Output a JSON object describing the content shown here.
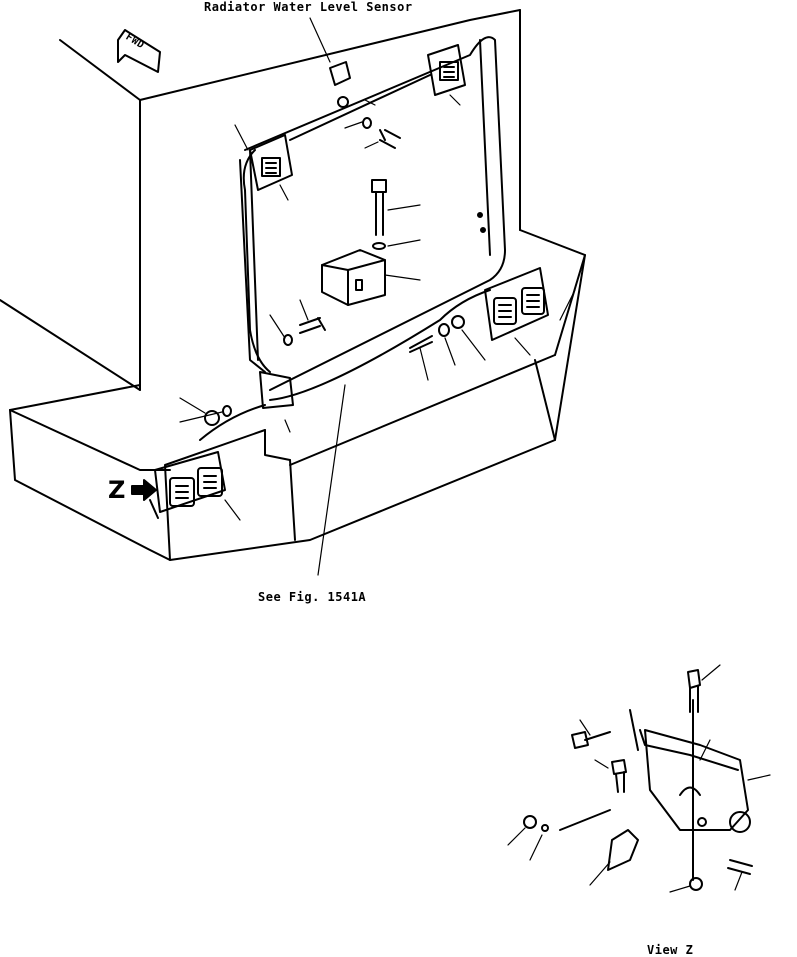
{
  "labels": {
    "sensor": "Radiator Water Level Sensor",
    "see_fig": "See Fig. 1541A",
    "view_z": "View Z",
    "z_marker": "Z",
    "fwd": "FWD"
  }
}
